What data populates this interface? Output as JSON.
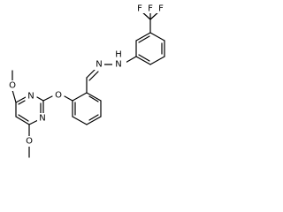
{
  "molecule": {
    "atoms": {
      "F1": "F",
      "F2": "F",
      "F3": "F",
      "N_hydrazone_NH": "N",
      "H_hydrazone": "H",
      "N_imine": "N",
      "O_ether": "O",
      "N_pyrimidine_top": "N",
      "N_pyrimidine_bottom": "N",
      "O_methoxy_upper": "O",
      "O_methoxy_lower": "O"
    },
    "colors": {
      "bond": "#000000",
      "label": "#000000",
      "background": "#ffffff"
    }
  }
}
